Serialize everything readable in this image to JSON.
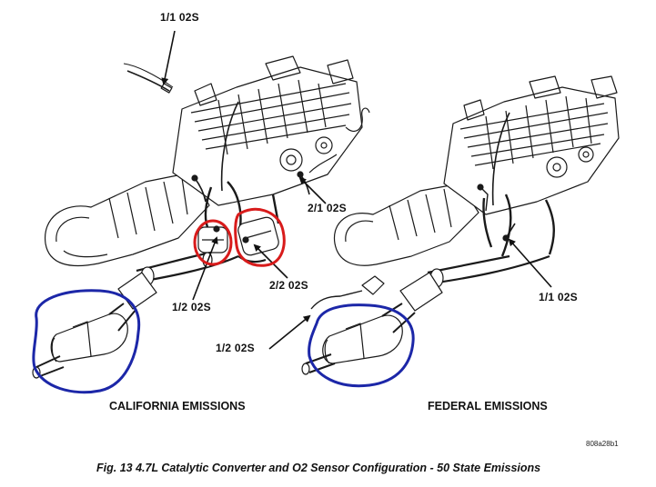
{
  "labels": {
    "o2s_1_1_top": "1/1 02S",
    "o2s_2_1": "2/1 02S",
    "o2s_2_2": "2/2 02S",
    "o2s_1_2_left": "1/2 02S",
    "o2s_1_1_right": "1/1 02S",
    "o2s_1_2_right": "1/2 02S"
  },
  "sections": {
    "california": "CALIFORNIA EMISSIONS",
    "federal": "FEDERAL EMISSIONS"
  },
  "image_code": "808a28b1",
  "caption": "Fig. 13 4.7L Catalytic Converter and O2 Sensor Configuration - 50 State Emissions",
  "annotation_colors": {
    "sensor_circle": "#d81b1b",
    "converter_circle": "#1c27a8",
    "line_art": "#1a1a1a"
  }
}
